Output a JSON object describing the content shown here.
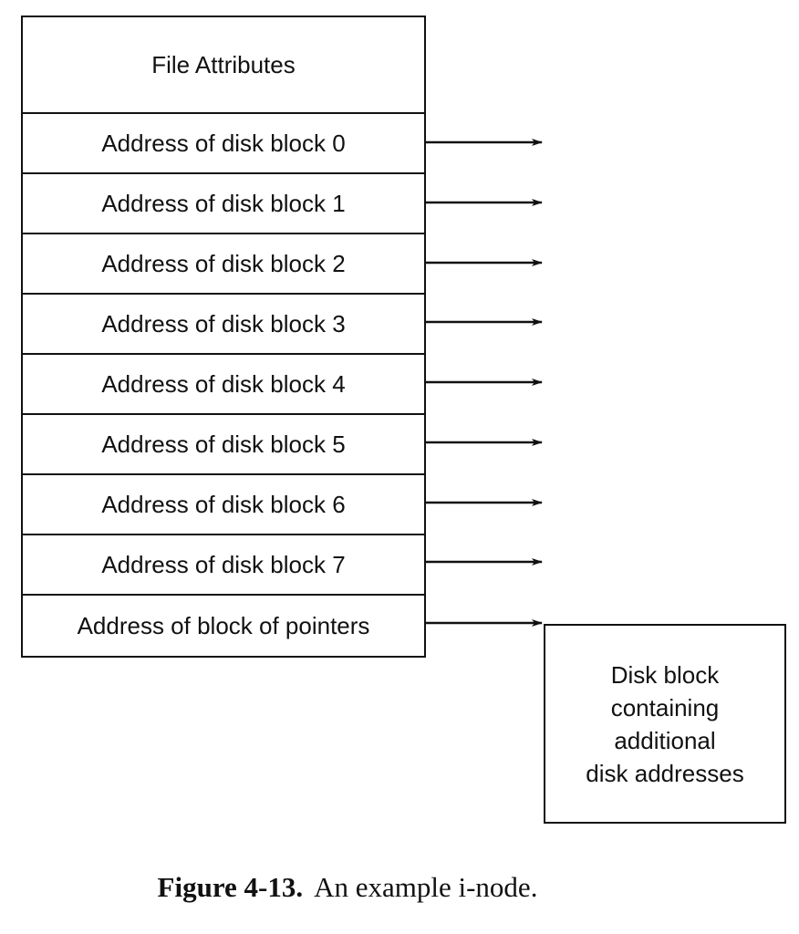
{
  "inode": {
    "attributes_label": "File Attributes",
    "direct_block_labels": [
      "Address of disk block 0",
      "Address of disk block 1",
      "Address of disk block 2",
      "Address of disk block 3",
      "Address of disk block 4",
      "Address of disk block 5",
      "Address of disk block 6",
      "Address of disk block 7"
    ],
    "indirect_label": "Address of block of pointers"
  },
  "indirect_block": {
    "lines": [
      "Disk block",
      "containing",
      "additional",
      "disk addresses"
    ]
  },
  "caption": {
    "number": "Figure 4-13.",
    "text": "An example i-node."
  }
}
